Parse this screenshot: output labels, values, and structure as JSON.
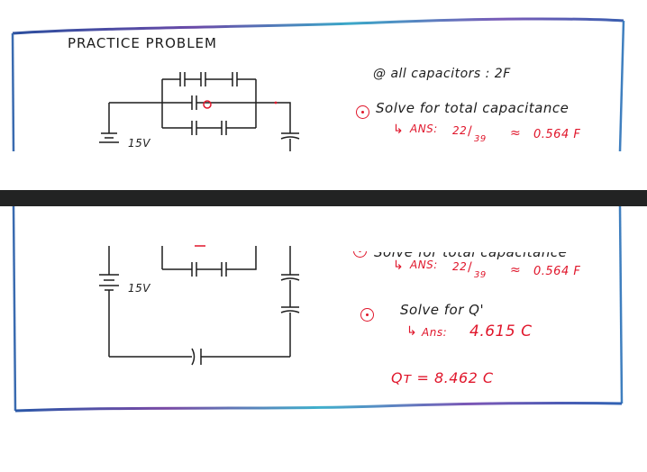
{
  "problem_title": "PRACTICE PROBLEM",
  "given": "@ all capacitors : 2F",
  "part1": {
    "prompt": "Solve for total capacitance",
    "answer_label": "ANS:",
    "fraction_num": "22",
    "fraction_den": "39",
    "approx_symbol": "≈",
    "approx_value": "0.564 F"
  },
  "part2": {
    "prompt": "Solve for Q'",
    "answer_label": "Ans:",
    "answer_value": "4.615 C"
  },
  "total_charge": "Qᴛ = 8.462 C",
  "voltage_label": "15V",
  "colors": {
    "ink": "#1d1d1d",
    "accent_red": "#e0162b",
    "divider": "#222323"
  }
}
